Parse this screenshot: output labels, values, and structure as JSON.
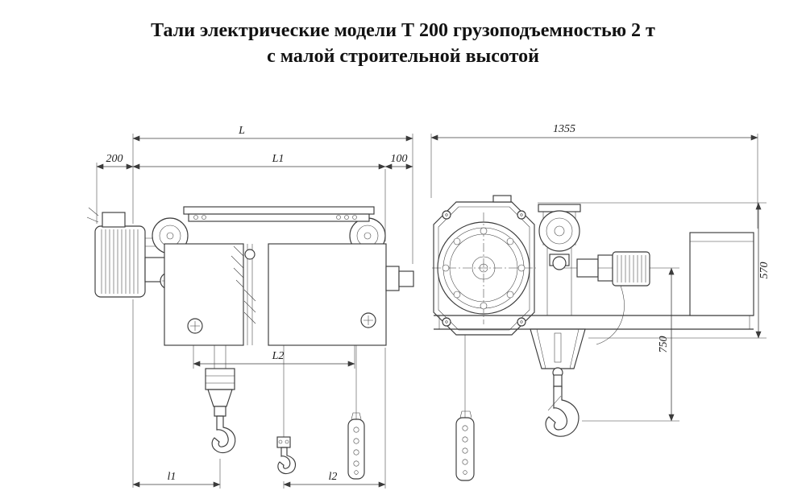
{
  "title": {
    "line1": "Тали электрические модели Т 200 грузоподъемностью 2 т",
    "line2": "с малой строительной высотой"
  },
  "front_view": {
    "L": "L",
    "offset_left": "200",
    "L1": "L1",
    "offset_right": "100",
    "L2": "L2",
    "l1": "l1",
    "l2": "l2"
  },
  "side_view": {
    "overall_width": "1355",
    "overall_height": "570",
    "hook_drop": "750"
  }
}
